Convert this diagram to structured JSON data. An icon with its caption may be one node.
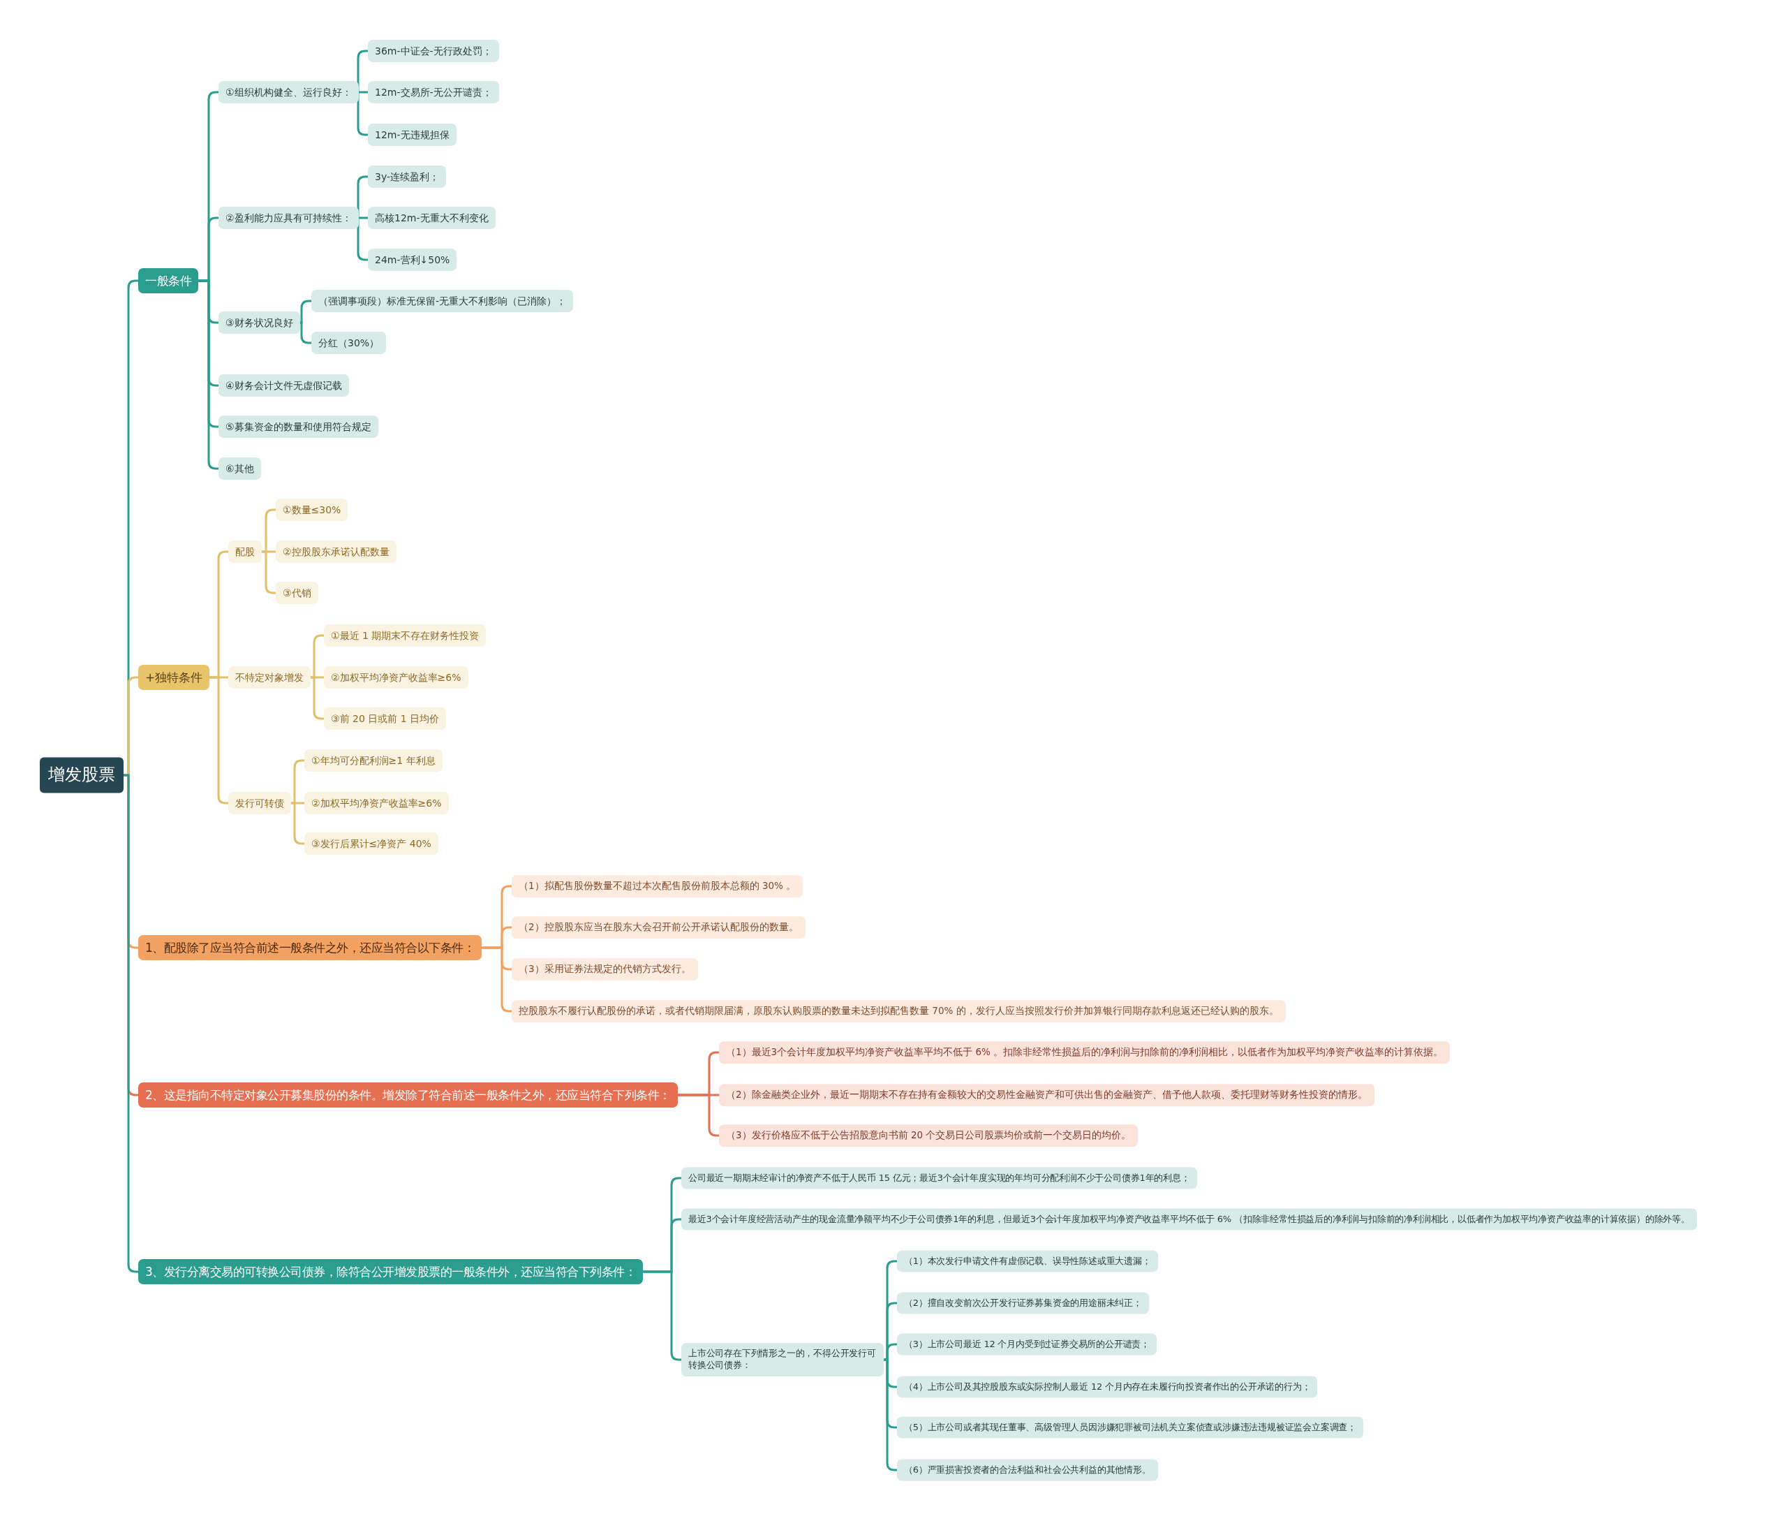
{
  "diagram": {
    "nodes": [
      {
        "text": [
          "增发股票"
        ]
      },
      {
        "text": [
          "一般条件"
        ]
      },
      {
        "text": [
          "①组织机构健全、运行良好："
        ]
      },
      {
        "text": [
          "36m-中证会-无行政处罚；"
        ]
      },
      {
        "text": [
          "12m-交易所-无公开谴责；"
        ]
      },
      {
        "text": [
          "12m-无违规担保"
        ]
      },
      {
        "text": [
          "②盈利能力应具有可持续性："
        ]
      },
      {
        "text": [
          "3y-连续盈利；"
        ]
      },
      {
        "text": [
          "高核12m-无重大不利变化"
        ]
      },
      {
        "text": [
          "24m-营利↓50%"
        ]
      },
      {
        "text": [
          "③财务状况良好"
        ]
      },
      {
        "text": [
          "（强调事项段）标准无保留-无重大不利影响（已消除）；"
        ]
      },
      {
        "text": [
          "分红（30%）"
        ]
      },
      {
        "text": [
          "④财务会计文件无虚假记载"
        ]
      },
      {
        "text": [
          "⑤募集资金的数量和使用符合规定"
        ]
      },
      {
        "text": [
          "⑥其他"
        ]
      },
      {
        "text": [
          "+独特条件"
        ]
      },
      {
        "text": [
          "配股"
        ]
      },
      {
        "text": [
          "①数量≤30%"
        ]
      },
      {
        "text": [
          "②控股股东承诺认配数量"
        ]
      },
      {
        "text": [
          "③代销"
        ]
      },
      {
        "text": [
          "不特定对象增发"
        ]
      },
      {
        "text": [
          "①最近 1 期期末不存在财务性投资"
        ]
      },
      {
        "text": [
          "②加权平均净资产收益率≥6%"
        ]
      },
      {
        "text": [
          "③前 20 日或前 1 日均价"
        ]
      },
      {
        "text": [
          "发行可转债"
        ]
      },
      {
        "text": [
          "①年均可分配利润≥1 年利息"
        ]
      },
      {
        "text": [
          "②加权平均净资产收益率≥6%"
        ]
      },
      {
        "text": [
          "③发行后累计≤净资产 40%"
        ]
      },
      {
        "text": [
          "1、配股除了应当符合前述一般条件之外，还应当符合以下条件："
        ]
      },
      {
        "text": [
          "（1）拟配售股份数量不超过本次配售股份前股本总额的 30% 。"
        ]
      },
      {
        "text": [
          "（2）控股股东应当在股东大会召开前公开承诺认配股份的数量。"
        ]
      },
      {
        "text": [
          "（3）采用证券法规定的代销方式发行。"
        ]
      },
      {
        "text": [
          "控股股东不履行认配股份的承诺，或者代销期限届满，原股东认购股票的数量未达到拟配售数量 70% 的，发行人应当按照发行价并加算银行同期存款利息返还已经认购的股东。"
        ]
      },
      {
        "text": [
          "2、这是指向不特定对象公开募集股份的条件。增发除了符合前述一般条件之外，还应当符合下列条件："
        ]
      },
      {
        "text": [
          "（1）最近3个会计年度加权平均净资产收益率平均不低于 6% 。扣除非经常性损益后的净利润与扣除前的净利润相比，以低者作为加权平均净资产收益率的计算依据。"
        ]
      },
      {
        "text": [
          "（2）除金融类企业外，最近一期期末不存在持有金额较大的交易性金融资产和可供出售的金融资产、借予他人款项、委托理财等财务性投资的情形。"
        ]
      },
      {
        "text": [
          "（3）发行价格应不低于公告招股意向书前 20 个交易日公司股票均价或前一个交易日的均价。"
        ]
      },
      {
        "text": [
          "3、发行分离交易的可转换公司债券，除符合公开增发股票的一般条件外，还应当符合下列条件："
        ]
      },
      {
        "text": [
          "公司最近一期期末经审计的净资产不低于人民币 15 亿元；最近3个会计年度实现的年均可分配利润不少于公司债券1年的利息；"
        ]
      },
      {
        "text": [
          "最近3个会计年度经营活动产生的现金流量净额平均不少于公司债券1年的利息，但最近3个会计年度加权平均净资产收益率平均不低于 6% （扣除非经常性损益后的净利润与扣除前的净利润相比，以低者作为加权平均净资产收益率的计算依据）的除外等。"
        ]
      },
      {
        "text": [
          "上市公司存在下列情形之一的，不得公开发行可转换公司债券："
        ]
      },
      {
        "text": [
          "（1）本次发行申请文件有虚假记载、误导性陈述或重大遗漏；"
        ]
      },
      {
        "text": [
          "（2）擅自改变前次公开发行证券募集资金的用途丽未纠正；"
        ]
      },
      {
        "text": [
          "（3）上市公司最近 12 个月内受到过证券交易所的公开谴责；"
        ]
      },
      {
        "text": [
          "（4）上市公司及其控股股东或实际控制人最近 12 个月内存在未履行向投资者作出的公开承诺的行为；"
        ]
      },
      {
        "text": [
          "（5）上市公司或者其现任董事、高级管理人员因涉嫌犯罪被司法机关立案侦查或涉嫌违法违规被证监会立案调查；"
        ]
      },
      {
        "text": [
          "（6）严重损害投资者的合法利益和社会公共利益的其他情形。"
        ]
      }
    ],
    "edges": [
      {
        "from": 0,
        "to": 1,
        "arrow": "none"
      },
      {
        "from": 1,
        "to": 2,
        "arrow": "none"
      },
      {
        "from": 2,
        "to": 3,
        "arrow": "none"
      },
      {
        "from": 2,
        "to": 4,
        "arrow": "none"
      },
      {
        "from": 2,
        "to": 5,
        "arrow": "none"
      },
      {
        "from": 1,
        "to": 6,
        "arrow": "none"
      },
      {
        "from": 6,
        "to": 7,
        "arrow": "none"
      },
      {
        "from": 6,
        "to": 8,
        "arrow": "none"
      },
      {
        "from": 6,
        "to": 9,
        "arrow": "none"
      },
      {
        "from": 1,
        "to": 10,
        "arrow": "none"
      },
      {
        "from": 10,
        "to": 11,
        "arrow": "none"
      },
      {
        "from": 10,
        "to": 12,
        "arrow": "none"
      },
      {
        "from": 1,
        "to": 13,
        "arrow": "none"
      },
      {
        "from": 1,
        "to": 14,
        "arrow": "none"
      },
      {
        "from": 1,
        "to": 15,
        "arrow": "none"
      },
      {
        "from": 0,
        "to": 16,
        "arrow": "none",
        "color": "#e2c06a"
      },
      {
        "from": 16,
        "to": 17,
        "arrow": "none",
        "color": "#e2c06a"
      },
      {
        "from": 17,
        "to": 18,
        "arrow": "none",
        "color": "#e2c06a"
      },
      {
        "from": 17,
        "to": 19,
        "arrow": "none",
        "color": "#e2c06a"
      },
      {
        "from": 17,
        "to": 20,
        "arrow": "none",
        "color": "#e2c06a"
      },
      {
        "from": 16,
        "to": 21,
        "arrow": "none",
        "color": "#e2c06a"
      },
      {
        "from": 21,
        "to": 22,
        "arrow": "none",
        "color": "#e2c06a"
      },
      {
        "from": 21,
        "to": 23,
        "arrow": "none",
        "color": "#e2c06a"
      },
      {
        "from": 21,
        "to": 24,
        "arrow": "none",
        "color": "#e2c06a"
      },
      {
        "from": 16,
        "to": 25,
        "arrow": "none",
        "color": "#e2c06a"
      },
      {
        "from": 25,
        "to": 26,
        "arrow": "none",
        "color": "#e2c06a"
      },
      {
        "from": 25,
        "to": 27,
        "arrow": "none",
        "color": "#e2c06a"
      },
      {
        "from": 25,
        "to": 28,
        "arrow": "none",
        "color": "#e2c06a"
      },
      {
        "from": 0,
        "to": 29,
        "arrow": "none",
        "color": "#f0a262"
      },
      {
        "from": 29,
        "to": 30,
        "arrow": "none",
        "color": "#f0a262"
      },
      {
        "from": 29,
        "to": 31,
        "arrow": "none",
        "color": "#f0a262"
      },
      {
        "from": 29,
        "to": 32,
        "arrow": "none",
        "color": "#f0a262"
      },
      {
        "from": 29,
        "to": 33,
        "arrow": "none",
        "color": "#f0a262"
      },
      {
        "from": 0,
        "to": 34,
        "arrow": "none",
        "color": "#e46f52"
      },
      {
        "from": 34,
        "to": 35,
        "arrow": "none",
        "color": "#e46f52"
      },
      {
        "from": 34,
        "to": 36,
        "arrow": "none",
        "color": "#e46f52"
      },
      {
        "from": 34,
        "to": 37,
        "arrow": "none",
        "color": "#e46f52"
      },
      {
        "from": 0,
        "to": 38,
        "arrow": "none"
      },
      {
        "from": 38,
        "to": 39,
        "arrow": "none"
      },
      {
        "from": 38,
        "to": 40,
        "arrow": "none"
      },
      {
        "from": 38,
        "to": 41,
        "arrow": "none"
      },
      {
        "from": 41,
        "to": 42,
        "arrow": "none"
      },
      {
        "from": 41,
        "to": 43,
        "arrow": "none"
      },
      {
        "from": 41,
        "to": 44,
        "arrow": "none"
      },
      {
        "from": 41,
        "to": 45,
        "arrow": "none"
      },
      {
        "from": 41,
        "to": 46,
        "arrow": "none"
      },
      {
        "from": 41,
        "to": 47,
        "arrow": "none"
      }
    ]
  }
}
